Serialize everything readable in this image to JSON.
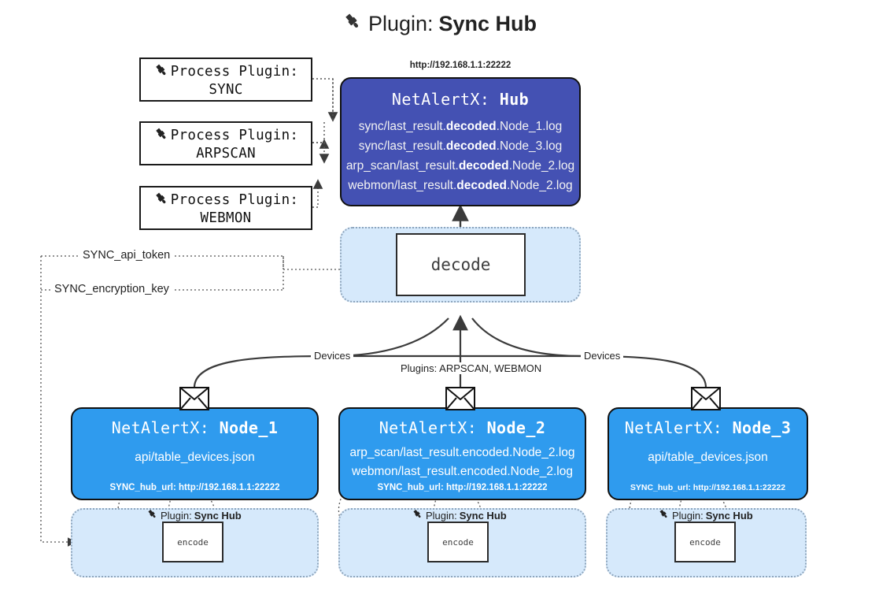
{
  "title": {
    "prefix": "Plugin:",
    "name": "Sync Hub",
    "icon": "plug-icon"
  },
  "process_plugins": [
    {
      "label": "Process Plugin:",
      "name": "SYNC"
    },
    {
      "label": "Process Plugin:",
      "name": "ARPSCAN"
    },
    {
      "label": "Process Plugin:",
      "name": "WEBMON"
    }
  ],
  "hub": {
    "url": "http://192.168.1.1:22222",
    "title_prefix": "NetAlertX:",
    "title_name": "Hub",
    "logs": [
      {
        "pre": "sync/last_result.",
        "mid": "decoded",
        "post": ".Node_1.log"
      },
      {
        "pre": "sync/last_result.",
        "mid": "decoded",
        "post": ".Node_3.log"
      },
      {
        "pre": "arp_scan/last_result.",
        "mid": "decoded",
        "post": ".Node_2.log"
      },
      {
        "pre": "webmon/last_result.",
        "mid": "decoded",
        "post": ".Node_2.log"
      }
    ]
  },
  "decode": {
    "label": "decode"
  },
  "tokens": {
    "api_token": "SYNC_api_token",
    "encryption_key": "SYNC_encryption_key"
  },
  "edge_labels": {
    "devices_left": "Devices",
    "devices_right": "Devices",
    "plugins_middle": "Plugins: ARPSCAN, WEBMON"
  },
  "nodes": [
    {
      "title_prefix": "NetAlertX:",
      "title_name": "Node_1",
      "lines": [
        "api/table_devices.json"
      ],
      "footer": "SYNC_hub_url: http://192.168.1.1:22222",
      "mail_icon": "envelope-icon"
    },
    {
      "title_prefix": "NetAlertX:",
      "title_name": "Node_2",
      "lines": [
        "arp_scan/last_result.encoded.Node_2.log",
        "webmon/last_result.encoded.Node_2.log"
      ],
      "footer": "SYNC_hub_url: http://192.168.1.1:22222",
      "mail_icon": "envelope-icon"
    },
    {
      "title_prefix": "NetAlertX:",
      "title_name": "Node_3",
      "lines": [
        "api/table_devices.json"
      ],
      "footer": "SYNC_hub_url: http://192.168.1.1:22222",
      "mail_icon": "envelope-icon"
    }
  ],
  "encoders": [
    {
      "caption_prefix": "Plugin:",
      "caption_name": "Sync Hub",
      "label": "encode"
    },
    {
      "caption_prefix": "Plugin:",
      "caption_name": "Sync Hub",
      "label": "encode"
    },
    {
      "caption_prefix": "Plugin:",
      "caption_name": "Sync Hub",
      "label": "encode"
    }
  ],
  "colors": {
    "hub_fill": "#4451b3",
    "node_fill": "#2f9bee",
    "band_fill": "#d6e9fb",
    "stroke": "#111111"
  }
}
